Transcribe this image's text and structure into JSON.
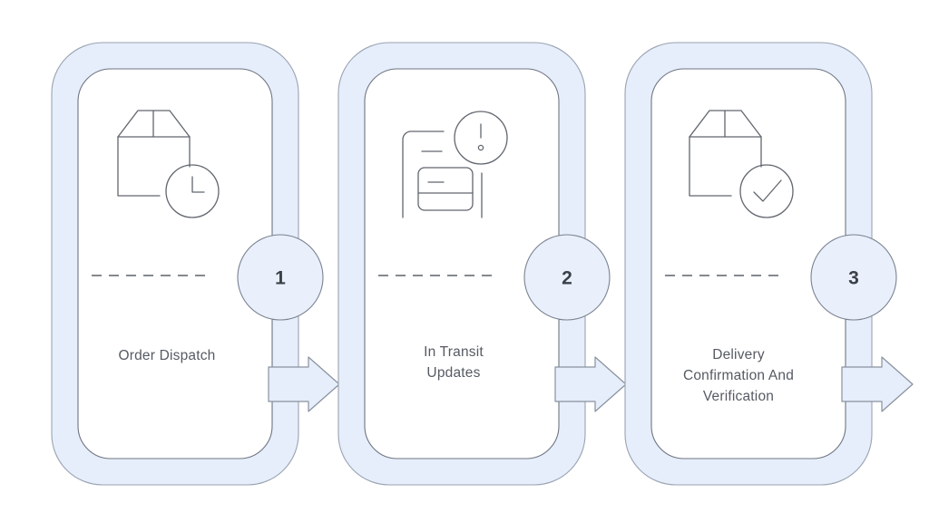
{
  "diagram": {
    "type": "process-flow",
    "title": "",
    "orientation": "horizontal",
    "step_count": 3,
    "background_color": "#ffffff",
    "band_fill": "#e6eefb",
    "band_stroke": "#8e96a3",
    "card_fill": "#ffffff",
    "card_stroke": "#6f7580",
    "badge_fill": "#e9f0fc",
    "badge_stroke": "#7a8290",
    "arrow_fill": "#e6eefb",
    "arrow_stroke": "#8a919e",
    "icon_stroke": "#61666e",
    "divider_stroke": "#5c6169",
    "label_color": "#565a63",
    "number_color": "#3b3f47"
  },
  "steps": [
    {
      "number": "1",
      "label_lines": [
        "Order Dispatch"
      ],
      "icon_name": "package-clock-icon",
      "icon_parts": [
        "package-box",
        "clock-circle"
      ]
    },
    {
      "number": "2",
      "label_lines": [
        "In Transit",
        "Updates"
      ],
      "icon_name": "mobile-alert-icon",
      "icon_parts": [
        "mobile-device",
        "card-panel",
        "alert-circle"
      ]
    },
    {
      "number": "3",
      "label_lines": [
        "Delivery",
        "Confirmation And",
        "Verification"
      ],
      "icon_name": "package-check-icon",
      "icon_parts": [
        "package-box",
        "check-circle"
      ]
    }
  ],
  "connectors": [
    {
      "name": "arrow-1-to-2",
      "direction": "right"
    },
    {
      "name": "arrow-2-to-3",
      "direction": "right"
    },
    {
      "name": "arrow-3-out",
      "direction": "right"
    }
  ]
}
